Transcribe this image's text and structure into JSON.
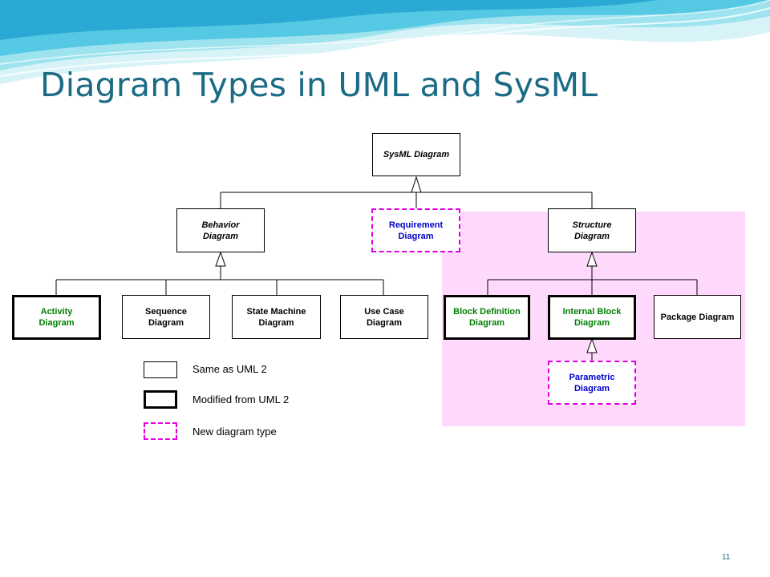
{
  "slide": {
    "title": "Diagram Types in UML and SysML",
    "page_number": "11"
  },
  "colors": {
    "title": "#1b6b85",
    "modified_text": "#008000",
    "new_text": "#0000cc",
    "new_border": "#e000e0",
    "sysml_region": "#ffd9fb"
  },
  "diagram": {
    "root": "SysML Diagram",
    "behavior": "Behavior Diagram",
    "requirement": "Requirement Diagram",
    "structure": "Structure Diagram",
    "activity": "Activity Diagram",
    "sequence": "Sequence Diagram",
    "state_machine": "State Machine Diagram",
    "use_case": "Use Case Diagram",
    "block_definition": "Block Definition Diagram",
    "internal_block": "Internal Block Diagram",
    "package": "Package Diagram",
    "parametric": "Parametric Diagram"
  },
  "legend": {
    "same": "Same as UML 2",
    "modified": "Modified from UML 2",
    "new": "New diagram type"
  }
}
